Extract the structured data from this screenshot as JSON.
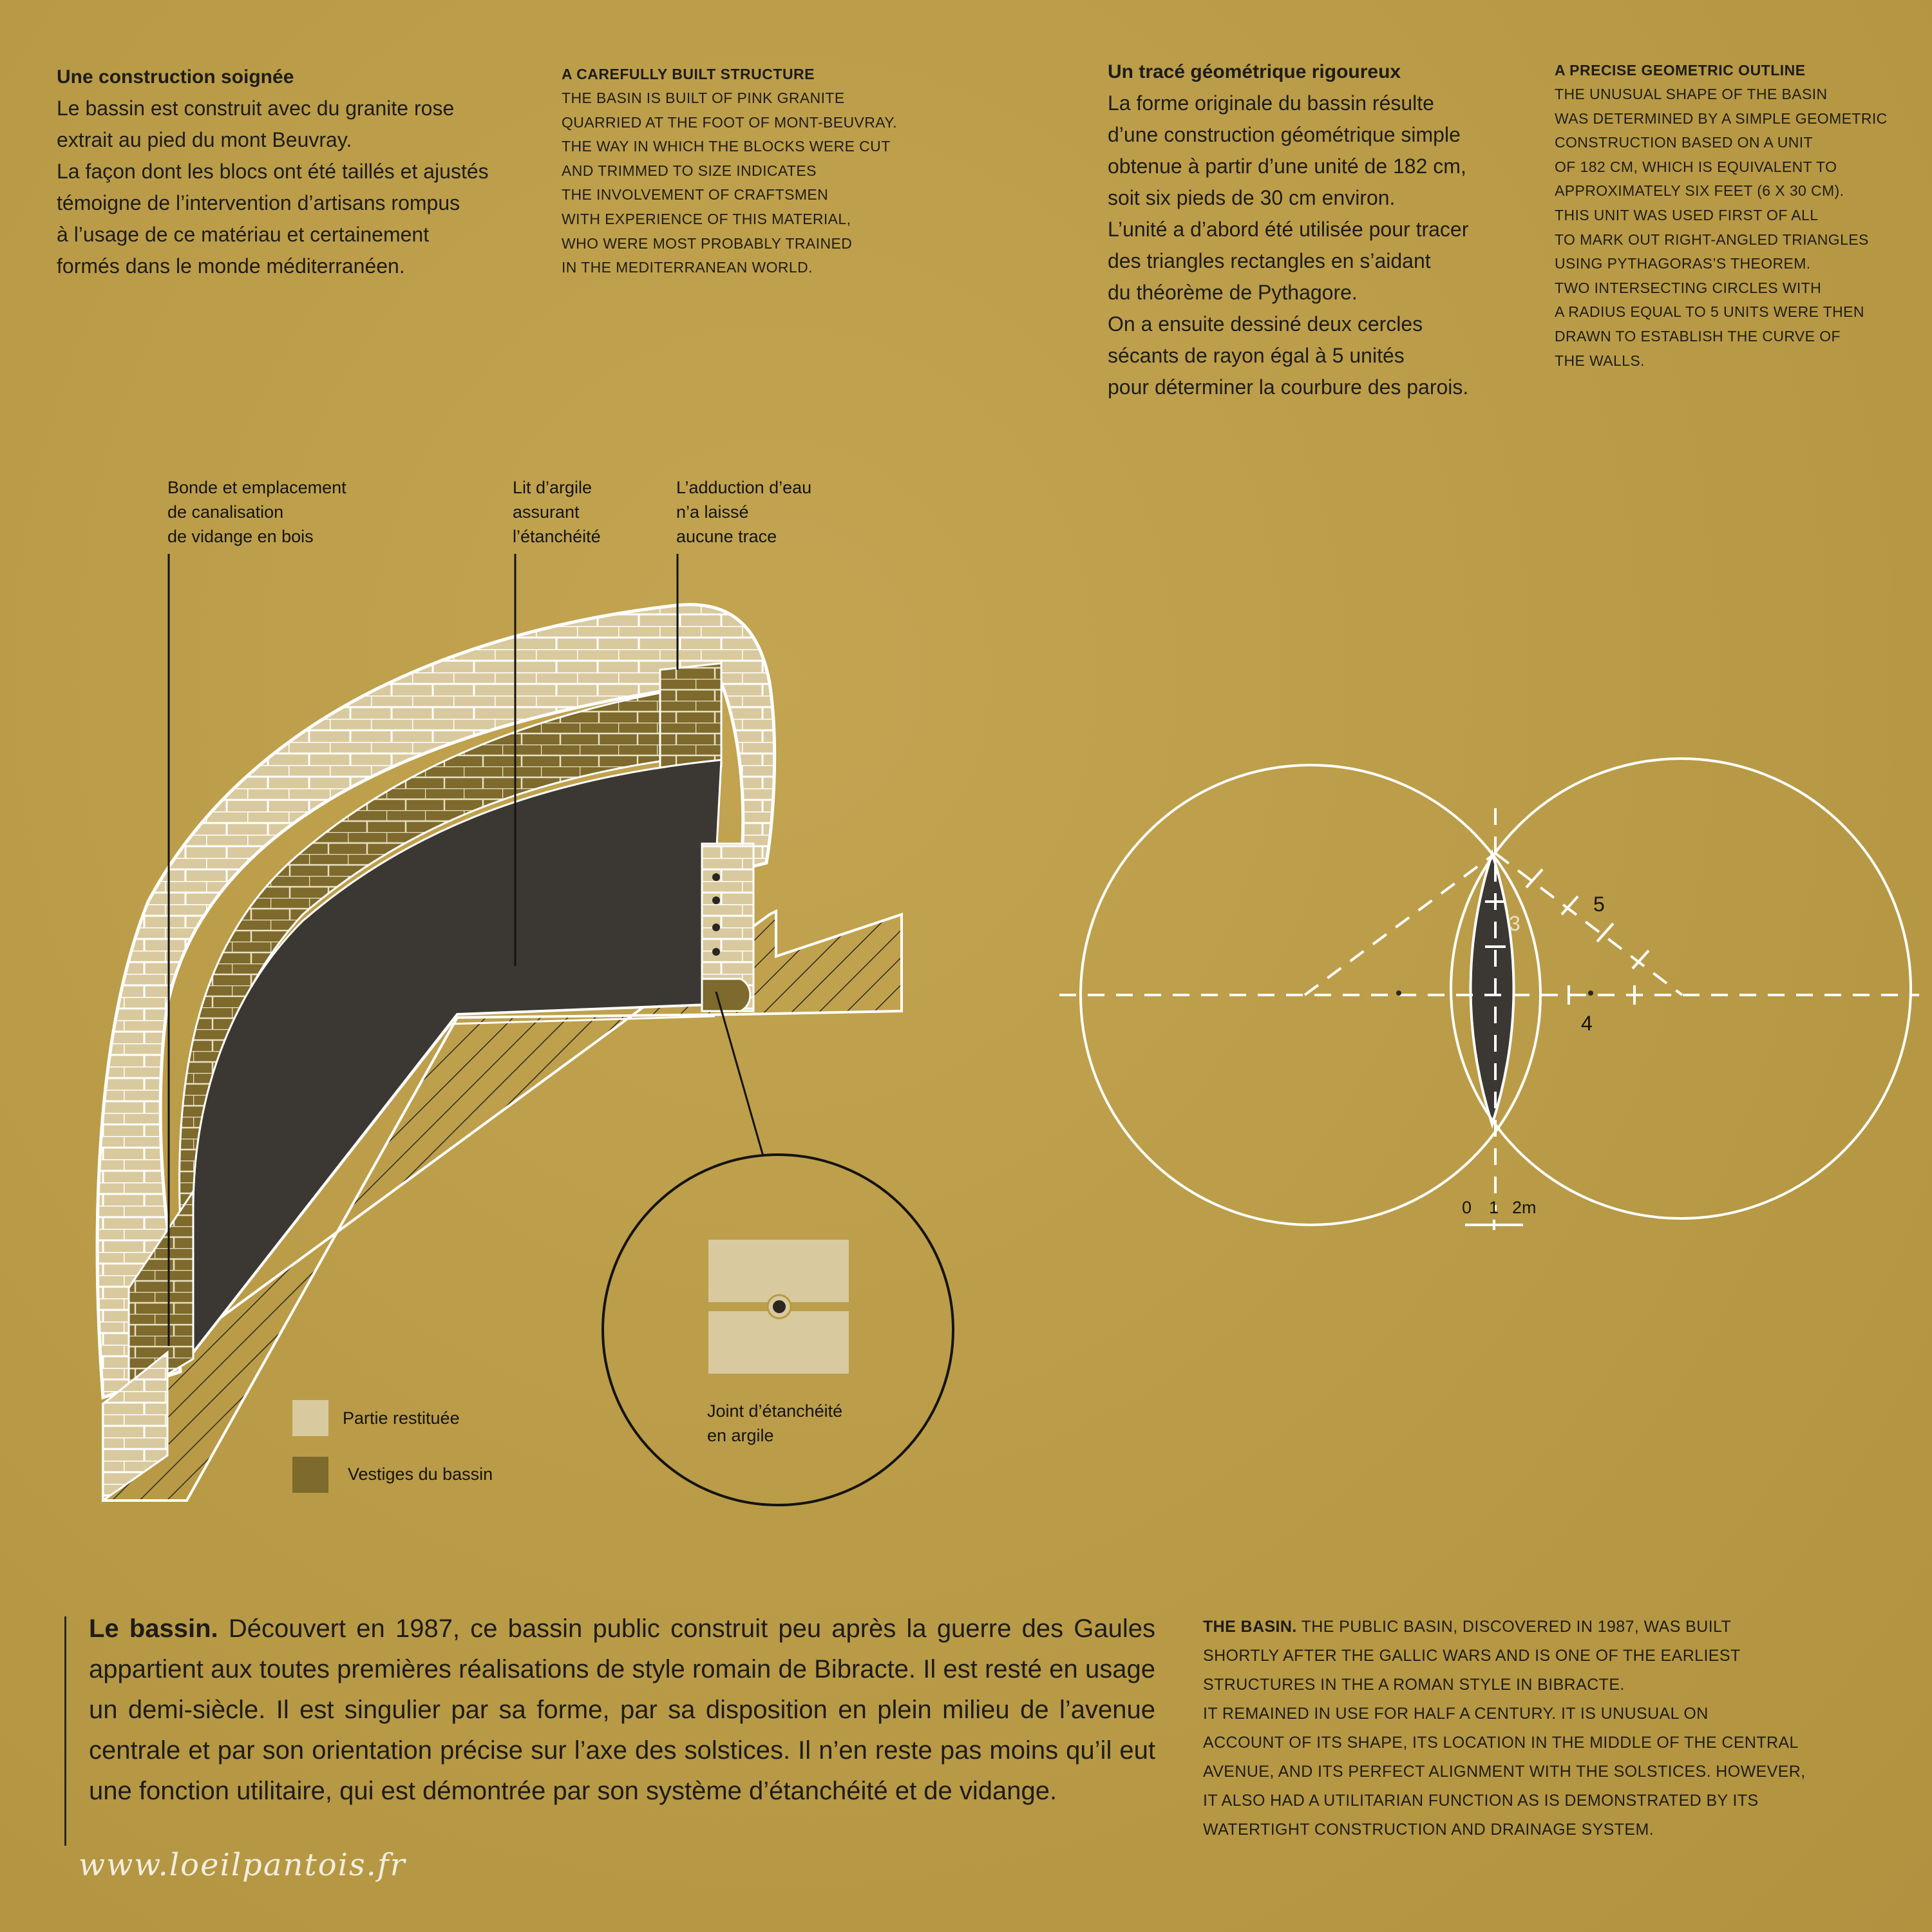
{
  "sections": {
    "construction_fr": {
      "title": "Une construction soignée",
      "lines": [
        "Le bassin est construit avec du granite rose",
        "extrait au pied du mont Beuvray.",
        "La façon dont les blocs ont été taillés et ajustés",
        "témoigne de l’intervention d’artisans rompus",
        "à l’usage de ce matériau et certainement",
        "formés dans le monde méditerranéen."
      ]
    },
    "construction_en": {
      "title": "A CAREFULLY BUILT STRUCTURE",
      "lines": [
        "THE BASIN IS BUILT OF PINK GRANITE",
        "QUARRIED AT THE FOOT OF MONT-BEUVRAY.",
        "THE WAY IN WHICH THE BLOCKS WERE CUT",
        "AND TRIMMED TO SIZE INDICATES",
        "THE INVOLVEMENT OF CRAFTSMEN",
        "WITH EXPERIENCE OF THIS MATERIAL,",
        "WHO WERE MOST PROBABLY TRAINED",
        "IN THE MEDITERRANEAN WORLD."
      ]
    },
    "geometry_fr": {
      "title": "Un tracé géométrique rigoureux",
      "lines": [
        "La forme originale du bassin résulte",
        "d’une construction géométrique simple",
        "obtenue à partir d’une unité de 182 cm,",
        "soit six pieds de 30 cm environ.",
        "L’unité a d’abord été utilisée pour tracer",
        "des triangles rectangles en s’aidant",
        "du théorème de Pythagore.",
        "On a ensuite dessiné deux cercles",
        "sécants de rayon égal à 5 unités",
        "pour déterminer la courbure des parois."
      ]
    },
    "geometry_en": {
      "title": "A PRECISE GEOMETRIC OUTLINE",
      "lines": [
        "THE UNUSUAL SHAPE OF THE BASIN",
        "WAS DETERMINED BY A SIMPLE GEOMETRIC",
        "CONSTRUCTION BASED ON A UNIT",
        "OF 182 CM, WHICH IS EQUIVALENT TO",
        "APPROXIMATELY SIX FEET (6 X 30 CM).",
        "THIS UNIT WAS USED FIRST OF ALL",
        "TO MARK OUT RIGHT-ANGLED TRIANGLES",
        "USING PYTHAGORAS’S THEOREM.",
        "TWO INTERSECTING CIRCLES WITH",
        "A RADIUS EQUAL TO 5 UNITS WERE THEN",
        "DRAWN TO ESTABLISH THE CURVE OF",
        "THE WALLS."
      ]
    }
  },
  "diagram_labels": {
    "drain": [
      "Bonde et emplacement",
      "de canalisation",
      "de vidange en bois"
    ],
    "clay_bed": [
      "Lit d’argile",
      "assurant",
      "l’étanchéité"
    ],
    "water_supply": [
      "L’adduction d’eau",
      "n’a laissé",
      "aucune trace"
    ],
    "joint": [
      "Joint d’étanchéité",
      "en argile"
    ]
  },
  "legend": {
    "restored": {
      "label": "Partie restituée",
      "color": "#d9c99e"
    },
    "remains": {
      "label": "Vestiges du bassin",
      "color": "#7d6a2c"
    }
  },
  "geometry": {
    "label_3": "3",
    "label_4": "4",
    "label_5": "5",
    "scale": [
      "0",
      "1",
      "2m"
    ]
  },
  "bottom": {
    "fr_lead": "Le bassin.",
    "fr_text": " Découvert en 1987, ce bassin public construit peu après la guerre des Gaules appartient aux toutes premières réalisations de style romain de Bibracte. Il est resté en usage un demi-siècle. Il est singulier par sa forme, par sa disposition en plein milieu de l’avenue centrale et par son orientation précise sur l’axe des solstices. Il n’en reste pas moins qu’il eut une fonction utilitaire, qui est démontrée par son système d’étanchéité et de vidange.",
    "en_lead": "THE BASIN.",
    "en_lines": [
      " THE PUBLIC BASIN, DISCOVERED IN 1987, WAS BUILT",
      "SHORTLY AFTER THE GALLIC WARS AND IS ONE OF THE EARLIEST",
      "STRUCTURES IN THE A ROMAN STYLE IN BIBRACTE.",
      "IT REMAINED IN USE FOR HALF A CENTURY. IT IS UNUSUAL ON",
      "ACCOUNT OF ITS SHAPE, ITS LOCATION IN THE MIDDLE OF THE CENTRAL",
      "AVENUE, AND ITS PERFECT ALIGNMENT WITH THE SOLSTICES. HOWEVER,",
      "IT ALSO HAD A UTILITARIAN FUNCTION AS IS DEMONSTRATED BY ITS",
      "WATERTIGHT CONSTRUCTION AND DRAINAGE SYSTEM."
    ]
  },
  "watermark": "www.loeilpantois.fr",
  "colors": {
    "background": "#b89a45",
    "restored": "#d9c99e",
    "remains": "#7d6a2c",
    "basin_interior": "#3b3834",
    "outline": "#ffffff"
  }
}
